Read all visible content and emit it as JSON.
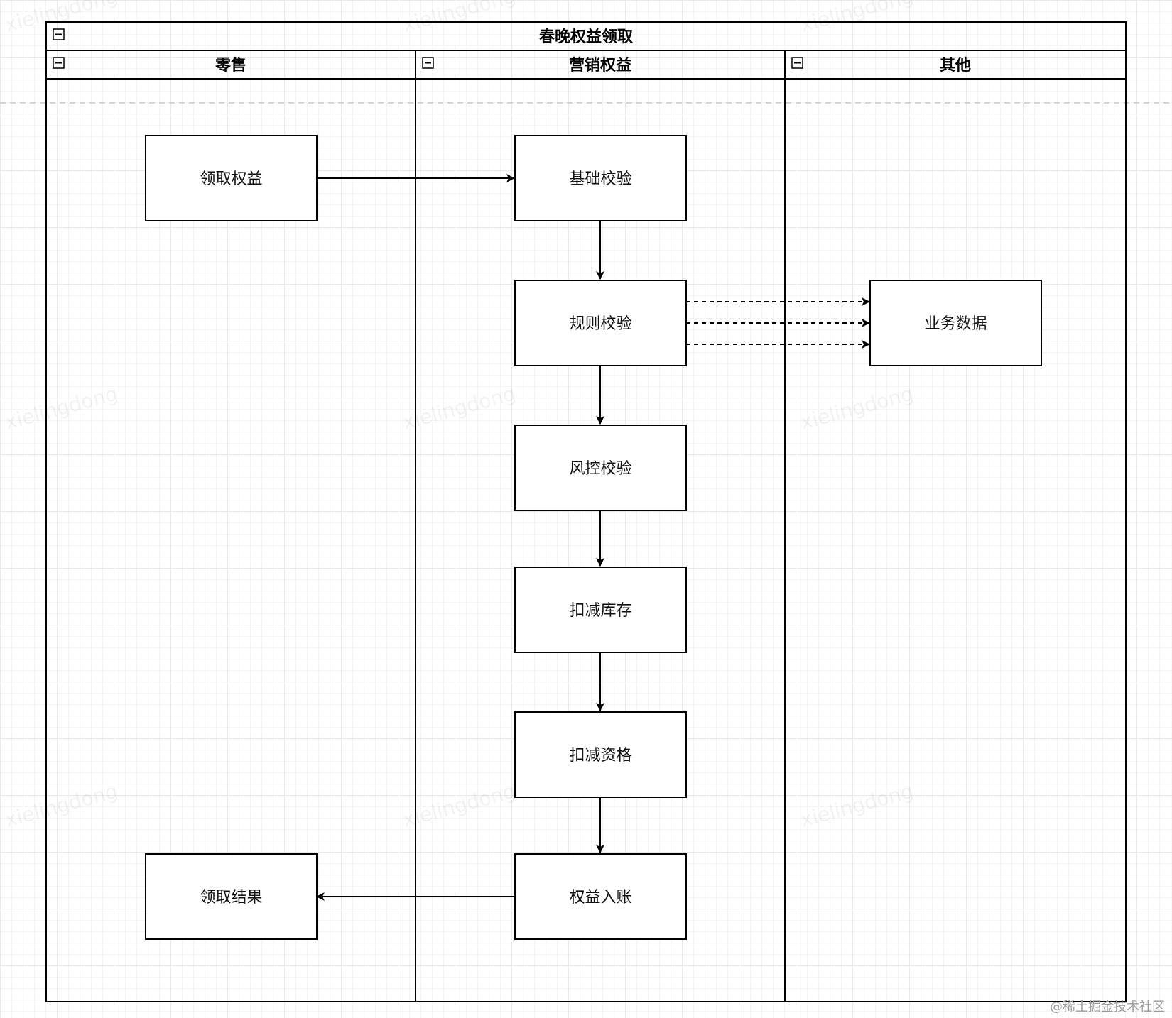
{
  "pool": {
    "title": "春晚权益领取",
    "lanes": [
      {
        "title": "零售"
      },
      {
        "title": "营销权益"
      },
      {
        "title": "其他"
      }
    ]
  },
  "nodes": {
    "claim_benefit": "领取权益",
    "basic_check": "基础校验",
    "rule_check": "规则校验",
    "business_data": "业务数据",
    "risk_check": "风控校验",
    "deduct_stock": "扣减库存",
    "deduct_quota": "扣减资格",
    "benefit_posting": "权益入账",
    "claim_result": "领取结果"
  },
  "watermark": "xielingdong",
  "credit": "@稀土掘金技术社区",
  "icons": {
    "collapse": "collapse-minus-icon"
  }
}
